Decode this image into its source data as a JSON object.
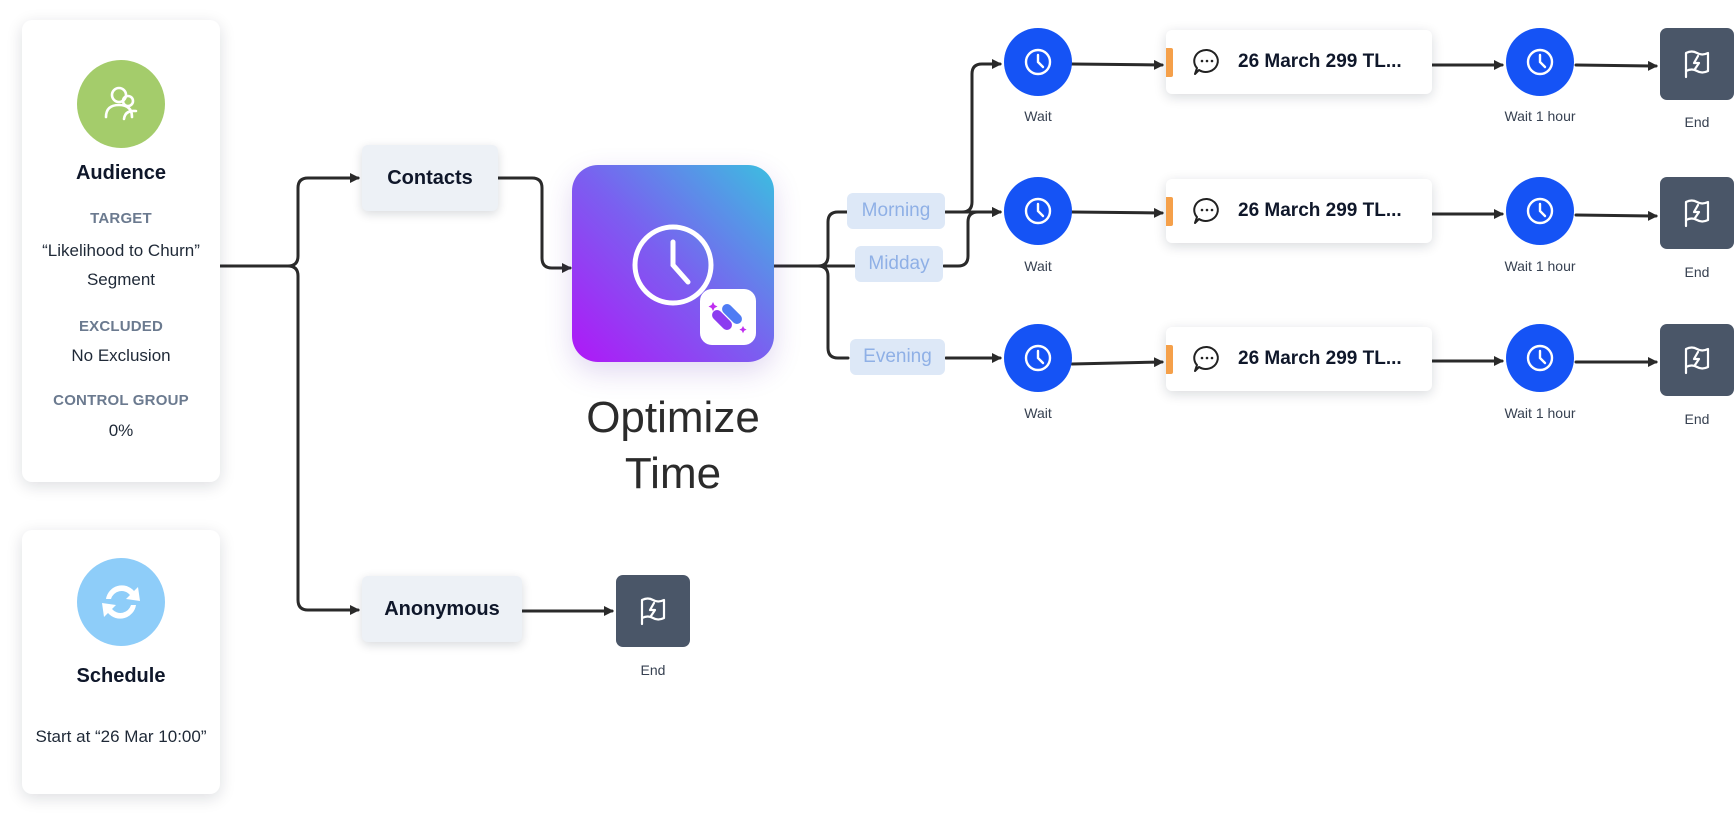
{
  "audience": {
    "title": "Audience",
    "target_label": "TARGET",
    "target_value_line1": "“Likelihood to Churn”",
    "target_value_line2": "Segment",
    "excluded_label": "EXCLUDED",
    "excluded_value": "No Exclusion",
    "control_label": "CONTROL GROUP",
    "control_value": "0%",
    "icon": "users-icon",
    "color": "#a4cc6b"
  },
  "schedule": {
    "title": "Schedule",
    "start": "Start at “26 Mar 10:00”",
    "icon": "refresh-icon",
    "color": "#8ecdf9"
  },
  "branches": {
    "contacts": "Contacts",
    "anonymous": "Anonymous"
  },
  "optimize": {
    "title_line1": "Optimize",
    "title_line2": "Time",
    "icon": "clock-icon"
  },
  "time_slots": [
    "Morning",
    "Midday",
    "Evening"
  ],
  "rows": [
    {
      "wait": "Wait",
      "message": "26 March 299 TL...",
      "wait2": "Wait 1 hour",
      "end": "End"
    },
    {
      "wait": "Wait",
      "message": "26 March 299 TL...",
      "wait2": "Wait 1 hour",
      "end": "End"
    },
    {
      "wait": "Wait",
      "message": "26 March 299 TL...",
      "wait2": "Wait 1 hour",
      "end": "End"
    }
  ],
  "anonymous_end": "End",
  "colors": {
    "wait_blue": "#1553f5",
    "end_gray": "#4a5668",
    "accent_orange": "#f5a04a",
    "pill_bg": "#dde8f7",
    "pill_text": "#8fb0e6"
  }
}
